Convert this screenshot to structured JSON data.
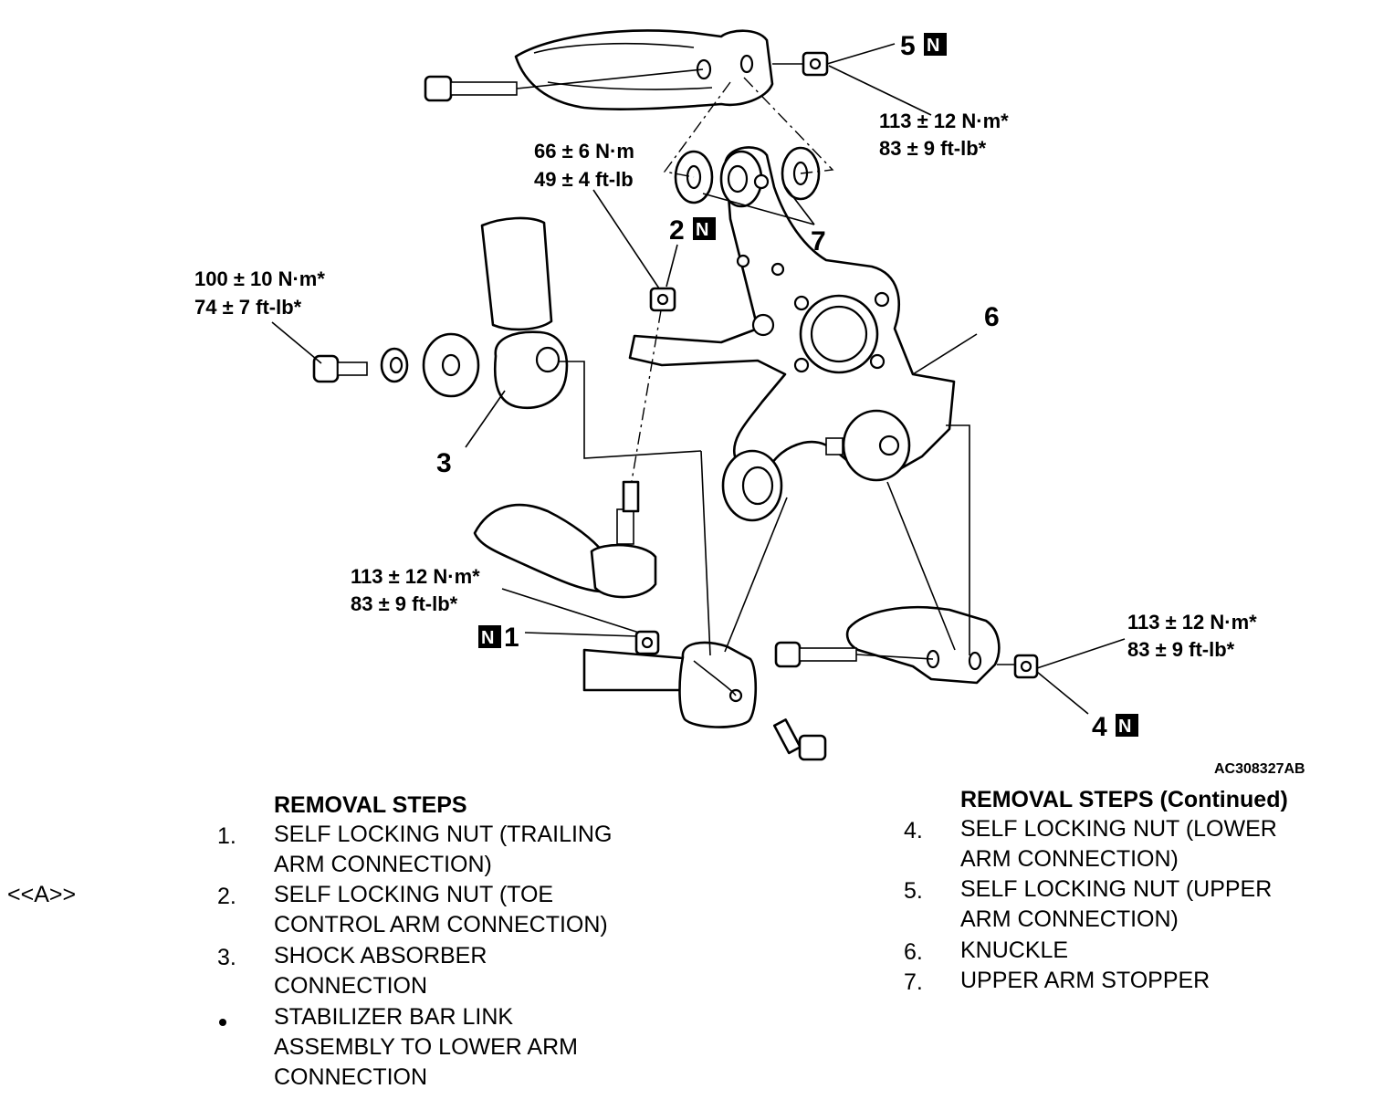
{
  "diagram": {
    "reference_code": "AC308327AB",
    "badge_letter": "N",
    "callouts": {
      "c1": "1",
      "c2": "2",
      "c3": "3",
      "c4": "4",
      "c5": "5",
      "c6": "6",
      "c7": "7"
    },
    "torque_specs": {
      "upper_arm_nm": "113 ± 12 N·m*",
      "upper_arm_ftlb": "83 ± 9 ft-lb*",
      "toe_arm_nm": "66 ± 6 N·m",
      "toe_arm_ftlb": "49 ± 4 ft-lb",
      "shock_nm": "100 ± 10 N·m*",
      "shock_ftlb": "74 ± 7 ft-lb*",
      "trailing_arm_nm": "113 ± 12 N·m*",
      "trailing_arm_ftlb": "83 ± 9 ft-lb*",
      "lower_arm_nm": "113 ± 12 N·m*",
      "lower_arm_ftlb": "83 ± 9 ft-lb*"
    }
  },
  "service_marker": "<<A>>",
  "removal_steps_left": {
    "heading": "REMOVAL STEPS",
    "steps": [
      {
        "num": "1.",
        "line1": "SELF LOCKING NUT (TRAILING",
        "line2": "ARM CONNECTION)"
      },
      {
        "num": "2.",
        "line1": "SELF LOCKING NUT (TOE",
        "line2": "CONTROL ARM CONNECTION)"
      },
      {
        "num": "3.",
        "line1": "SHOCK ABSORBER",
        "line2": "CONNECTION"
      }
    ],
    "bullet_step": {
      "line1": "STABILIZER BAR LINK",
      "line2": "ASSEMBLY TO LOWER ARM",
      "line3": "CONNECTION"
    }
  },
  "removal_steps_right": {
    "heading": "REMOVAL STEPS (Continued)",
    "steps": [
      {
        "num": "4.",
        "line1": "SELF LOCKING NUT (LOWER",
        "line2": "ARM CONNECTION)"
      },
      {
        "num": "5.",
        "line1": "SELF LOCKING NUT (UPPER",
        "line2": "ARM CONNECTION)"
      },
      {
        "num": "6.",
        "line1": "KNUCKLE"
      },
      {
        "num": "7.",
        "line1": "UPPER ARM STOPPER"
      }
    ]
  }
}
